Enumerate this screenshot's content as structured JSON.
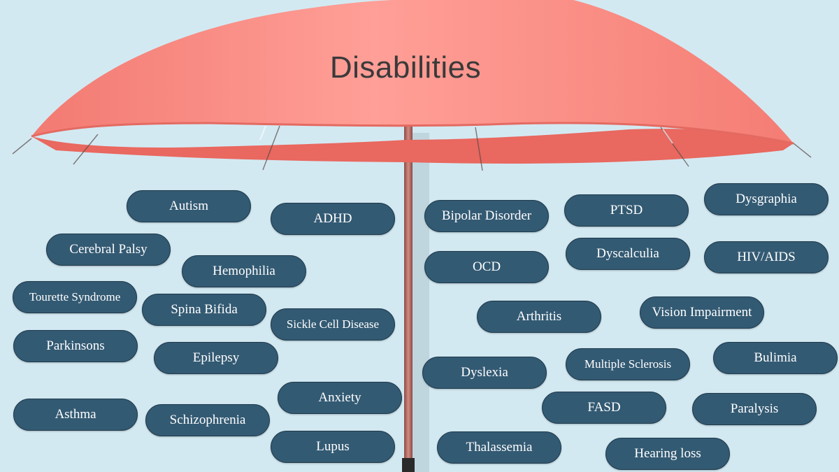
{
  "title": "Disabilities",
  "colors": {
    "background": "#d3e9f2",
    "canopy": "#f7857c",
    "canopy_highlight": "#ffa39c",
    "pill_fill": "#335a73",
    "pill_text": "#ffffff",
    "pole": "#b46d64"
  },
  "items": [
    "Autism",
    "ADHD",
    "Bipolar Disorder",
    "PTSD",
    "Dysgraphia",
    "Cerebral Palsy",
    "Hemophilia",
    "OCD",
    "Dyscalculia",
    "HIV/AIDS",
    "Tourette Syndrome",
    "Spina Bifida",
    "Sickle Cell Disease",
    "Arthritis",
    "Vision Impairment",
    "Parkinsons",
    "Epilepsy",
    "Dyslexia",
    "Multiple Sclerosis",
    "Bulimia",
    "Asthma",
    "Schizophrenia",
    "Anxiety",
    "FASD",
    "Paralysis",
    "Lupus",
    "Thalassemia",
    "Hearing loss"
  ]
}
